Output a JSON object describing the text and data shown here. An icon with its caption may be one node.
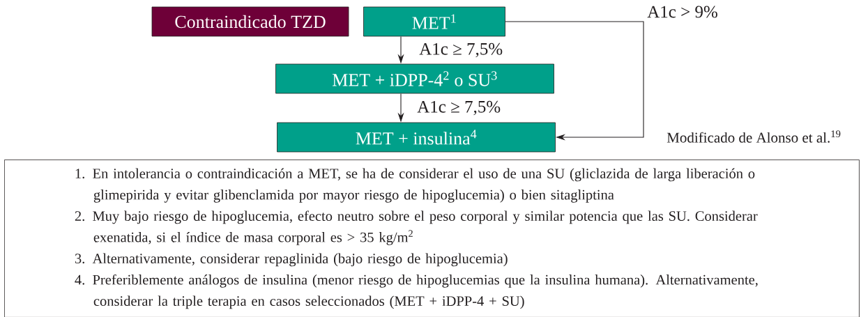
{
  "diagram": {
    "nodes": [
      {
        "text": [
          "Contraindicado TZD"
        ]
      },
      {
        "text": [
          "MET$^{1}$"
        ]
      },
      {
        "text": [
          "MET + iDPP-4$^{2}$ o SU$^{3}$"
        ]
      },
      {
        "text": [
          "MET + insulina$^{4}$"
        ]
      },
      {
        "text": [
          "1. En intolerancia o contraindicación a MET, se ha de considerar el uso de una SU (gliclazida de larga liberación o glimepirida y evitar glibenclamida por mayor riesgo de hipoglucemia) o bien sitagliptina",
          "2. Muy bajo riesgo de hipoglucemia, efecto neutro sobre el peso corporal y similar potencia que las SU. Considerar exenatida, si el índice de masa corporal es > 35 kg/m$^{2}$",
          "3. Alternativamente, considerar repaglinida (bajo riesgo de hipoglucemia)",
          "4. Preferiblemente análogos de insulina (menor riesgo de hipoglucemias que la insulina humana). Alternativamente, considerar la triple terapia en casos seleccionados (MET + iDPP-4 + SU)"
        ]
      }
    ],
    "edges": [
      {
        "from": 1,
        "to": 2,
        "arrow": "to",
        "label": "A1c ≥ 7,5%"
      },
      {
        "from": 2,
        "to": 3,
        "arrow": "to",
        "label": "A1c ≥ 7,5%"
      },
      {
        "from": 1,
        "to": 3,
        "arrow": "to",
        "label": "A1c > 9%"
      }
    ],
    "labels": [
      "Modificado de Alonso et al.$^{19}$"
    ]
  }
}
